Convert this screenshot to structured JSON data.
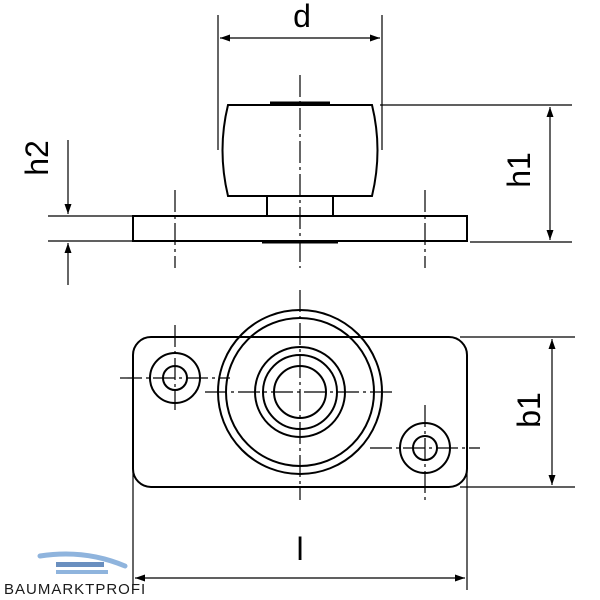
{
  "labels": {
    "d": "d",
    "h1": "h1",
    "h2": "h2",
    "b1": "b1",
    "l": "l"
  },
  "brand": {
    "name": "BAUMARKTPROFI",
    "color_light": "#8fb4dd",
    "color_dark": "#6a8fbf"
  },
  "colors": {
    "line": "#000000",
    "background": "#ffffff"
  }
}
